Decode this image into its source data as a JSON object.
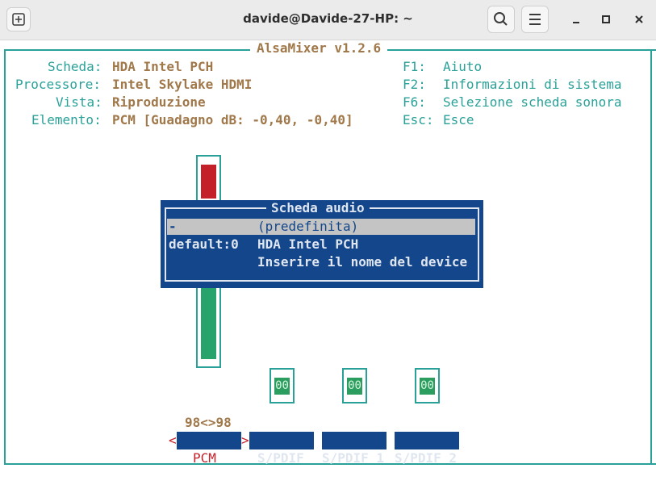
{
  "window": {
    "title": "davide@Davide-27-HP: ~"
  },
  "titlebar": {
    "new_tab_icon": "plus-square-icon",
    "search_icon": "search-icon",
    "menu_icon": "hamburger-icon",
    "minimize_icon": "minimize-icon",
    "maximize_icon": "maximize-icon",
    "close_label": "✕"
  },
  "alsamixer": {
    "title": "AlsaMixer v1.2.6",
    "info": [
      {
        "key": "Scheda:",
        "value": "HDA Intel PCH"
      },
      {
        "key": "Processore:",
        "value": "Intel Skylake HDMI"
      },
      {
        "key": "Vista:",
        "value": "Riproduzione"
      },
      {
        "key": "Elemento:",
        "value": "PCM [Guadagno dB: -0,40, -0,40]"
      }
    ],
    "help": [
      {
        "key": "F1:",
        "value": "Aiuto"
      },
      {
        "key": "F2:",
        "value": "Informazioni di sistema"
      },
      {
        "key": "F6:",
        "value": "Selezione scheda sonora"
      },
      {
        "key": "Esc:",
        "value": "Esce"
      }
    ],
    "volume_level": "98<>98",
    "volume_percent": 98,
    "mute_label": "00",
    "tabs": [
      {
        "label": "PCM",
        "selected": true
      },
      {
        "label": "S/PDIF",
        "selected": false
      },
      {
        "label": "S/PDIF 1",
        "selected": false
      },
      {
        "label": "S/PDIF 2",
        "selected": false
      }
    ],
    "tab_left_marker": "<",
    "tab_right_marker": ">"
  },
  "dialog": {
    "title": "Scheda audio",
    "items": [
      {
        "device": "-",
        "name": "(predefinita)",
        "selected": true
      },
      {
        "device": "default:0",
        "name": "HDA Intel PCH",
        "selected": false
      },
      {
        "device": "",
        "name": "Inserire il nome del device",
        "selected": false
      }
    ]
  },
  "colors": {
    "frame": "#2aa198",
    "label": "#2aa198",
    "value": "#a0784a",
    "dialog_bg": "#13468a",
    "volume_red": "#c4202a",
    "volume_green": "#27a36b"
  }
}
